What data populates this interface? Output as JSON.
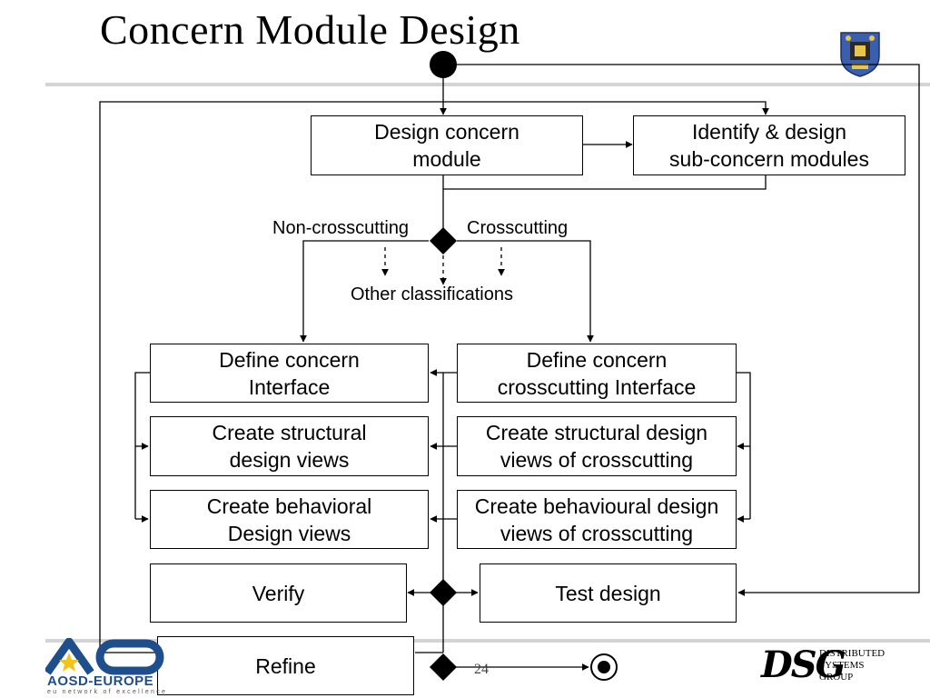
{
  "slide": {
    "title": "Concern Module Design",
    "page_number": "24"
  },
  "boxes": {
    "design_concern": "Design concern\nmodule",
    "identify_subconcern": "Identify & design\nsub-concern modules",
    "define_interface": "Define concern\nInterface",
    "define_crosscutting_interface": "Define concern\ncrosscutting Interface",
    "structural_views": "Create structural\ndesign views",
    "structural_views_crosscutting": "Create structural design\nviews of crosscutting",
    "behavioral_views": "Create behavioral\nDesign views",
    "behavioural_views_crosscutting": "Create behavioural design\nviews of crosscutting",
    "verify": "Verify",
    "test_design": "Test design",
    "refine": "Refine"
  },
  "labels": {
    "non_crosscutting": "Non-crosscutting",
    "crosscutting": "Crosscutting",
    "other_classifications": "Other classifications"
  },
  "logos": {
    "aosd_name": "AOSD-EUROPE",
    "aosd_tagline": "eu network of excellence",
    "dsg_mark": "DSG",
    "dsg_text": "DISTRIBUTED\nSYSTEMS\nGROUP"
  },
  "colors": {
    "line": "#000000",
    "rule": "#d4d4d4",
    "aosd_blue": "#1f4e8c",
    "aosd_star": "#f2c318",
    "crest_blue": "#3a5fae"
  },
  "icons": {
    "crest": "university-crest-icon",
    "aosd": "aosd-logo-icon"
  }
}
